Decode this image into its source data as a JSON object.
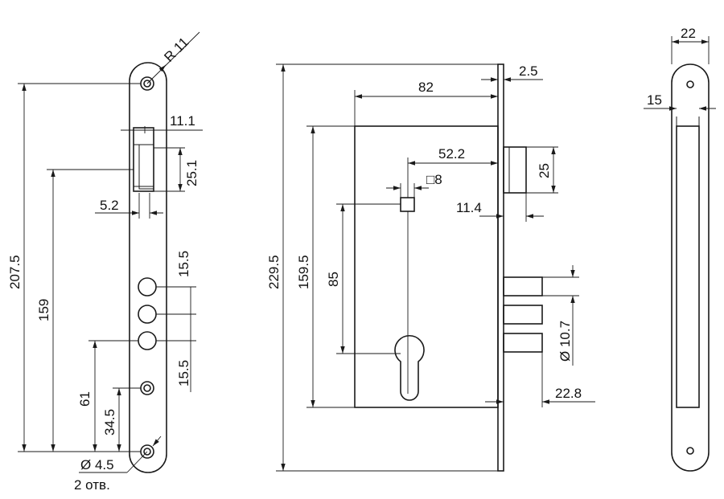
{
  "dimensions": {
    "r11": "R 11",
    "d11_1": "11.1",
    "d25_1": "25.1",
    "d5_2": "5.2",
    "d15_5_top": "15.5",
    "d15_5_bottom": "15.5",
    "d207_5": "207.5",
    "d159": "159",
    "d61": "61",
    "d34_5": "34.5",
    "hole_diameter": "Ø 4.5",
    "hole_count": "2 отв.",
    "d229_5": "229.5",
    "d159_5": "159.5",
    "d82": "82",
    "d2_5": "2.5",
    "d52_2": "52.2",
    "square_spindle": "□8",
    "d25": "25",
    "d11_4": "11.4",
    "d85": "85",
    "bolt_diameter": "Ø 10.7",
    "d22_8": "22.8",
    "d22": "22",
    "d15": "15"
  }
}
